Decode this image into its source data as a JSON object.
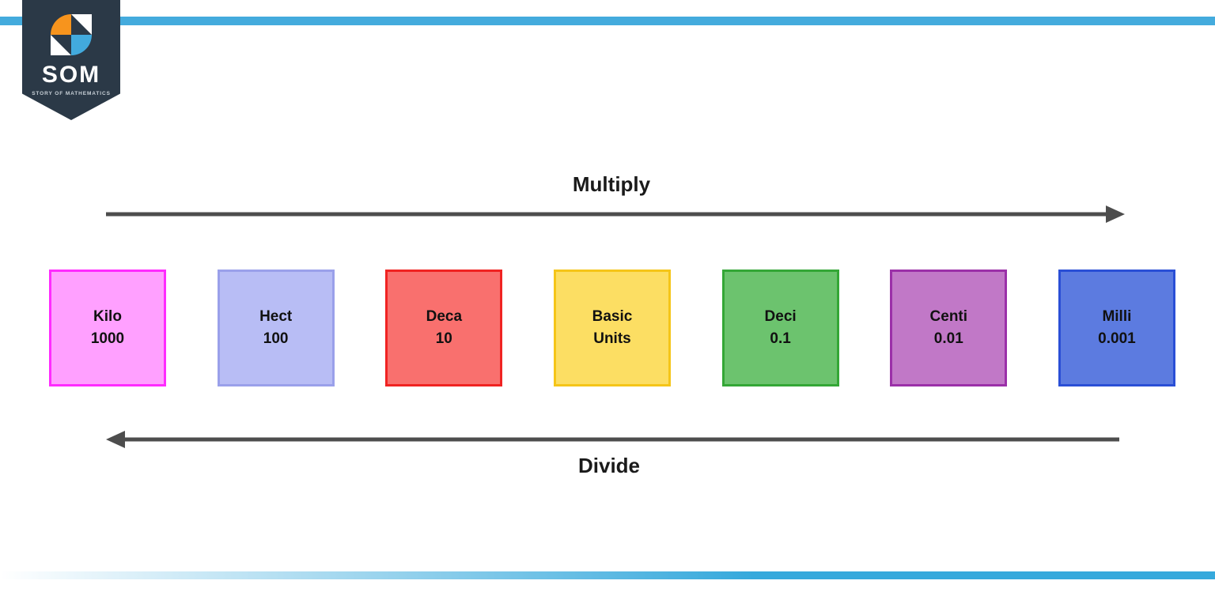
{
  "brand": {
    "wordmark": "SOM",
    "tagline": "STORY OF MATHEMATICS",
    "badge_color": "#2B3947",
    "mark_orange": "#F7941D",
    "mark_blue": "#42AADD",
    "mark_white": "#FFFFFF"
  },
  "stripes": {
    "top_color": "#44ABDD",
    "bottom_color": "#36A9DC"
  },
  "diagram": {
    "top_label": "Multiply",
    "bottom_label": "Divide",
    "arrow_color": "#4D4D4D",
    "top_arrow_direction": "right",
    "bottom_arrow_direction": "left"
  },
  "chart_data": {
    "type": "table",
    "title": "Metric prefix conversion ladder",
    "annotations": [
      "Multiply",
      "Divide"
    ],
    "categories": [
      "Kilo",
      "Hect",
      "Deca",
      "Basic Units",
      "Deci",
      "Centi",
      "Milli"
    ],
    "values": [
      "1000",
      "100",
      "10",
      "",
      "0.1",
      "0.01",
      "0.001"
    ],
    "boxes": [
      {
        "name": "Kilo",
        "value": "1000",
        "fill": "#FFA0FF",
        "border": "#FF2BFF"
      },
      {
        "name": "Hect",
        "value": "100",
        "fill": "#B8BDF5",
        "border": "#9AA0EA"
      },
      {
        "name": "Deca",
        "value": "10",
        "fill": "#F9706E",
        "border": "#F02322"
      },
      {
        "name": "Basic",
        "value": "Units",
        "fill": "#FCDE63",
        "border": "#F5C518"
      },
      {
        "name": "Deci",
        "value": "0.1",
        "fill": "#6CC36E",
        "border": "#34A736"
      },
      {
        "name": "Centi",
        "value": "0.01",
        "fill": "#C178C7",
        "border": "#9B30A8"
      },
      {
        "name": "Milli",
        "value": "0.001",
        "fill": "#5C7BE0",
        "border": "#2A4FD6"
      }
    ]
  }
}
